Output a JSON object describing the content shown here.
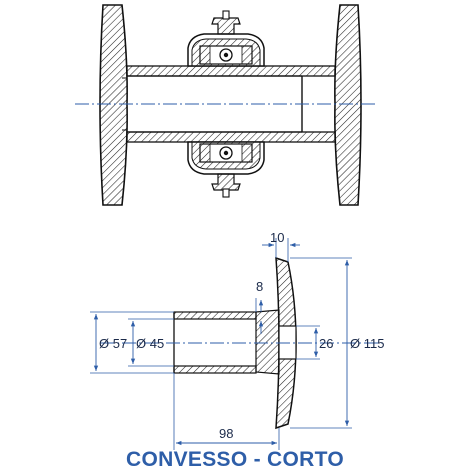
{
  "caption": "CONVESSO - CORTO",
  "dimensions": {
    "d57": "Ø 57",
    "d45": "Ø 45",
    "len98": "98",
    "d26": "26",
    "d115": "Ø 115",
    "len8": "8",
    "len10": "10"
  },
  "colors": {
    "line": "#1b1b1b",
    "dim": "#2e5ea8",
    "hatch": "#222222",
    "caption": "#2e5ea8"
  }
}
